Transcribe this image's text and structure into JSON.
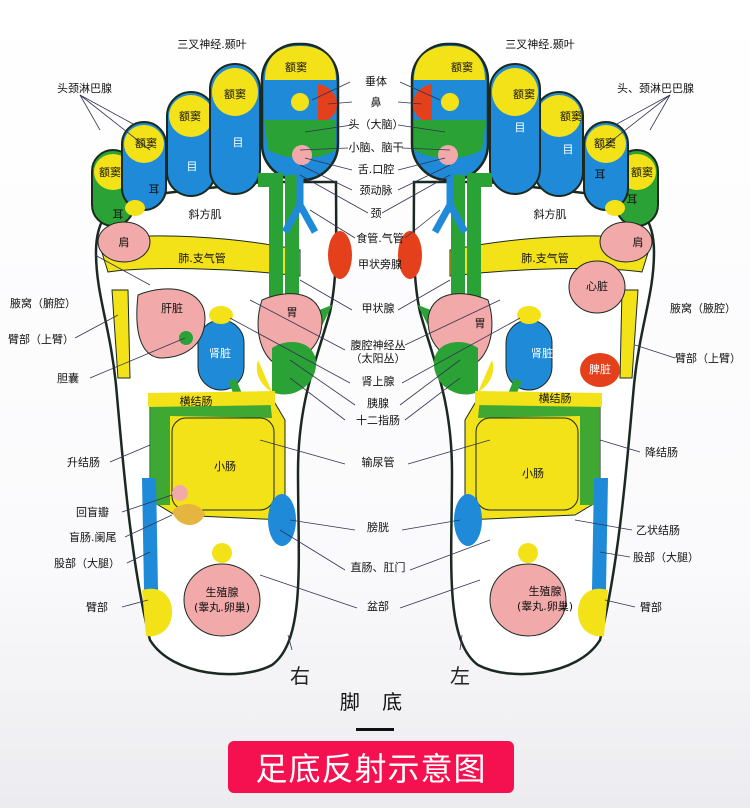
{
  "colors": {
    "yellow": "#f4e219",
    "blue": "#1f8ad8",
    "green": "#2ba236",
    "pink": "#f2a9a9",
    "red": "#e5401c",
    "banner": "#f5114f"
  },
  "center_labels": [
    "三叉神经.颞叶",
    "垂体",
    "鼻",
    "头（大脑）",
    "小脑、脑干",
    "舌.口腔",
    "颈动脉",
    "颈",
    "食管.气管",
    "甲状旁腺",
    "甲状腺",
    "腹腔神经丛",
    "（太阳丛）",
    "肾上腺",
    "胰腺",
    "十二指肠",
    "输尿管",
    "膀胱",
    "直肠、肛门",
    "盆部"
  ],
  "left_labels": {
    "lymph": "头颈淋巴腺",
    "armpit": "腋窝（腑腔）",
    "upper_arm": "臂部（上臂）",
    "gallbladder": "胆囊",
    "ascending_colon": "升结肠",
    "ileocecal": "回盲瓣",
    "appendix": "盲肠.阑尾",
    "thigh": "股部（大腿）",
    "hip": "臂部"
  },
  "right_labels": {
    "lymph": "头、颈淋巴巴腺",
    "armpit": "腋窝（腋腔）",
    "upper_arm": "臂部（上臂）",
    "descending_colon": "降结肠",
    "sigmoid": "乙状结肠",
    "thigh": "股部（大腿）",
    "hip": "臂部"
  },
  "in_foot": {
    "sinus": "额窦",
    "eye": "目",
    "ear": "耳",
    "trapezius": "斜方肌",
    "shoulder": "肩",
    "lung": "肺.支气管",
    "liver": "肝脏",
    "stomach": "胃",
    "kidney": "肾脏",
    "transverse_colon": "横结肠",
    "small_intestine": "小肠",
    "gonad": "生殖腺",
    "gonad_sub": "(睾丸.卵巢)",
    "heart": "心脏",
    "spleen": "脾脏"
  },
  "sides": {
    "right": "右",
    "left": "左"
  },
  "title": "脚 底",
  "banner": "足底反射示意图"
}
